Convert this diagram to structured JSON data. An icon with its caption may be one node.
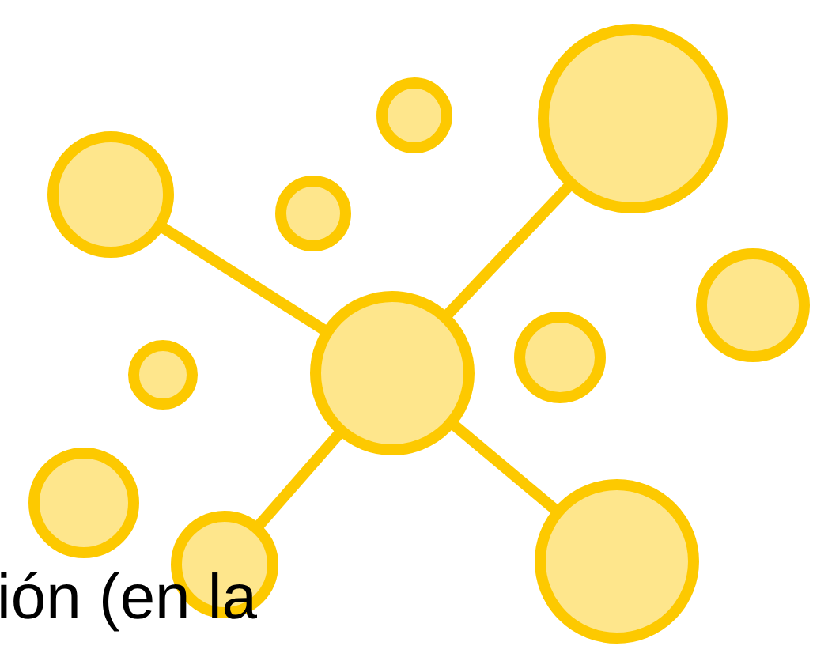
{
  "diagram": {
    "nodes": [
      {
        "text": [],
        "shape": "circle"
      },
      {
        "text": [],
        "shape": "circle"
      },
      {
        "text": [],
        "shape": "circle"
      },
      {
        "text": [],
        "shape": "circle"
      },
      {
        "text": [],
        "shape": "circle"
      },
      {
        "text": [],
        "shape": "circle"
      },
      {
        "text": [],
        "shape": "circle"
      },
      {
        "text": [],
        "shape": "circle"
      },
      {
        "text": [],
        "shape": "circle"
      },
      {
        "text": [],
        "shape": "circle"
      },
      {
        "text": [],
        "shape": "circle"
      }
    ],
    "edges": [
      {
        "from": 6,
        "to": 2,
        "arrow": "none"
      },
      {
        "from": 6,
        "to": 1,
        "arrow": "none"
      },
      {
        "from": 6,
        "to": 10,
        "arrow": "none"
      },
      {
        "from": 6,
        "to": 9,
        "arrow": "none"
      }
    ],
    "labels": [
      "ión (en la"
    ]
  }
}
